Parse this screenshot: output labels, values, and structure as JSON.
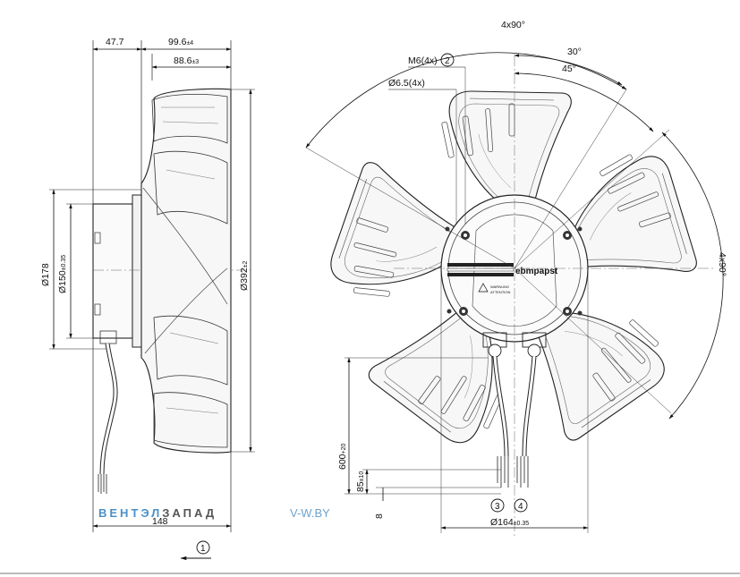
{
  "side_view": {
    "dims": {
      "d477": "47.7",
      "d996": "99.6",
      "d996_tol": "±4",
      "d886": "88.6",
      "d886_tol": "±3",
      "d148": "148",
      "d178": "Ø178",
      "d150": "Ø150",
      "d150_tol": "±0.35",
      "d392": "Ø392",
      "d392_tol": "±2"
    },
    "callout_1": "1"
  },
  "front_view": {
    "dims": {
      "angle_4x90": "4x90°",
      "angle_30": "30°",
      "angle_45": "45°",
      "angle_4x90_right": "4x90°",
      "m6": "M6(4x)",
      "m6_callout": "2",
      "hole65": "Ø6.5(4x)",
      "d600": "600",
      "d600_tol": "+20",
      "d85": "85",
      "d85_tol": "±10",
      "d8": "8",
      "d164": "Ø164",
      "d164_tol": "±0.35",
      "callout_3": "3",
      "callout_4": "4"
    },
    "hub_logo": "ebmpapst",
    "hub_warning": [
      "WARNUNG",
      "ATTENTION"
    ]
  },
  "watermark": {
    "brand_part1": "ВЕНТЭЛ",
    "brand_part2": "ЗАПАД",
    "site": "V-W.BY",
    "color_blue": "#4a90c8",
    "color_grey": "#555555",
    "color_site": "#6fa3cc"
  }
}
